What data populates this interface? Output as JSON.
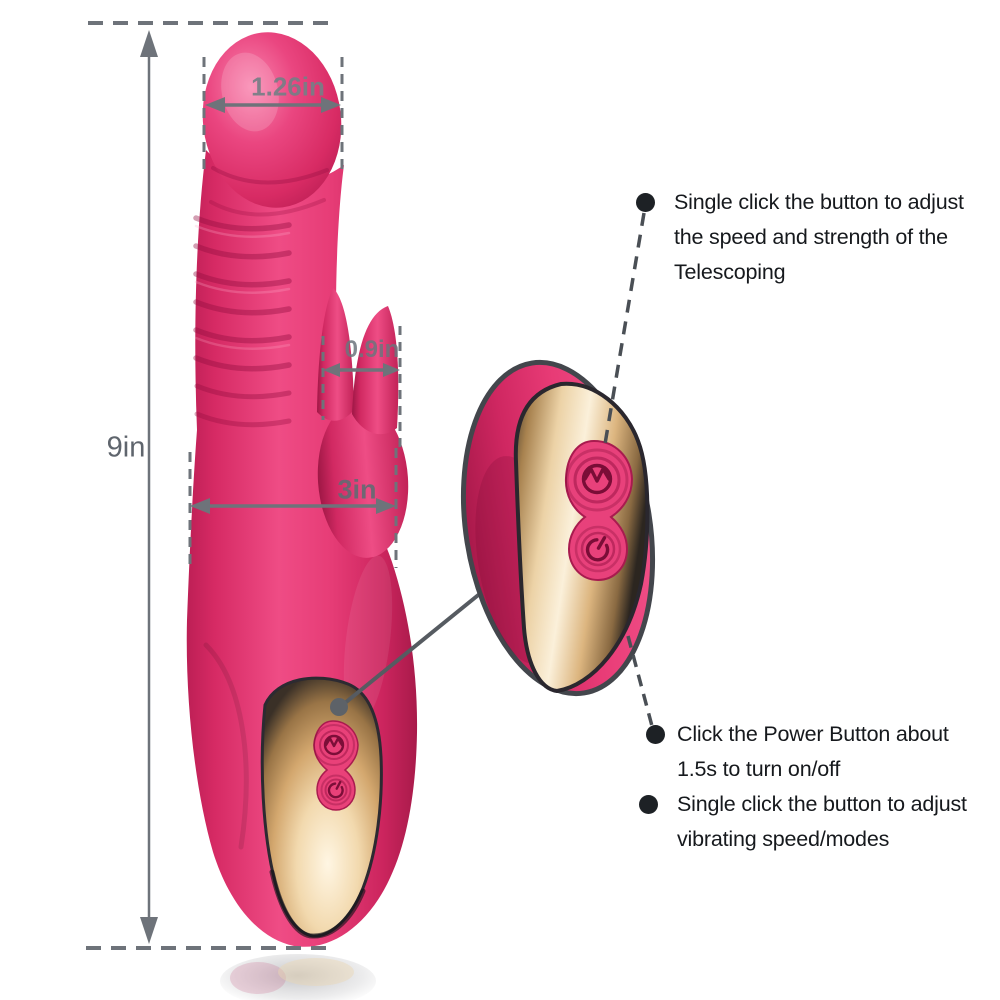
{
  "dimensions": {
    "length_label": "9in",
    "tip_width_label": "1.26in",
    "ear_width_label": "0.9in",
    "body_width_label": "3in"
  },
  "annotations": {
    "telescoping": {
      "line1": "Single click the button to adjust",
      "line2": "the speed and strength of the",
      "line3": "Telescoping"
    },
    "power": {
      "line1": "Click the Power Button about",
      "line2": "1.5s to turn on/off"
    },
    "vibration": {
      "line1": "Single click the button to adjust",
      "line2": "vibrating speed/modes"
    }
  },
  "icons": {
    "top_button": "vibration-wave-icon",
    "bottom_button": "power-icon"
  },
  "colors": {
    "device_pink": "#e33a74",
    "panel_gold": "#ecd2a6",
    "button_pink": "#e8417b",
    "icon_maroon": "#7c0e38",
    "dimension_gray": "#6e737a",
    "annotation_text": "#16191d"
  }
}
